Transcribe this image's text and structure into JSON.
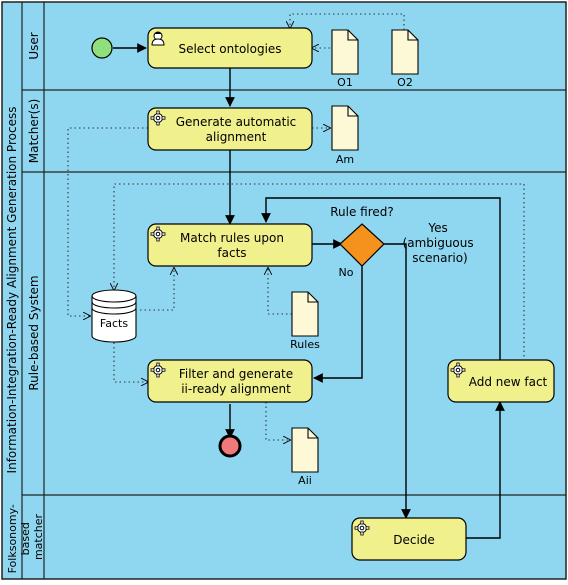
{
  "pool": {
    "title": "Information-Integration-Ready Alignment Generation Process"
  },
  "lanes": {
    "user": "User",
    "matchers": "Matcher(s)",
    "rule_system": "Rule-based System",
    "folksonomy": [
      "Folksonomy-",
      "based",
      "matcher"
    ]
  },
  "tasks": {
    "select": [
      "Select ontologies"
    ],
    "generate": [
      "Generate automatic",
      "alignment"
    ],
    "match": [
      "Match rules upon",
      "facts"
    ],
    "filter": [
      "Filter and generate",
      "ii-ready alignment"
    ],
    "add_fact": [
      "Add new fact"
    ],
    "decide": [
      "Decide"
    ]
  },
  "gateway": {
    "label": "Rule fired?",
    "no": "No",
    "yes": [
      "Yes",
      "(ambiguous",
      "scenario)"
    ]
  },
  "artifacts": {
    "o1": "O1",
    "o2": "O2",
    "am": "Am",
    "rules": "Rules",
    "aii": "Aii",
    "facts": "Facts"
  },
  "colors": {
    "lane": "#8fd7f0",
    "task": "#f0f08c",
    "gateway": "#f5921e",
    "start": "#8fe07a",
    "end": "#f07a7a",
    "doc": "#fdf8d6"
  }
}
